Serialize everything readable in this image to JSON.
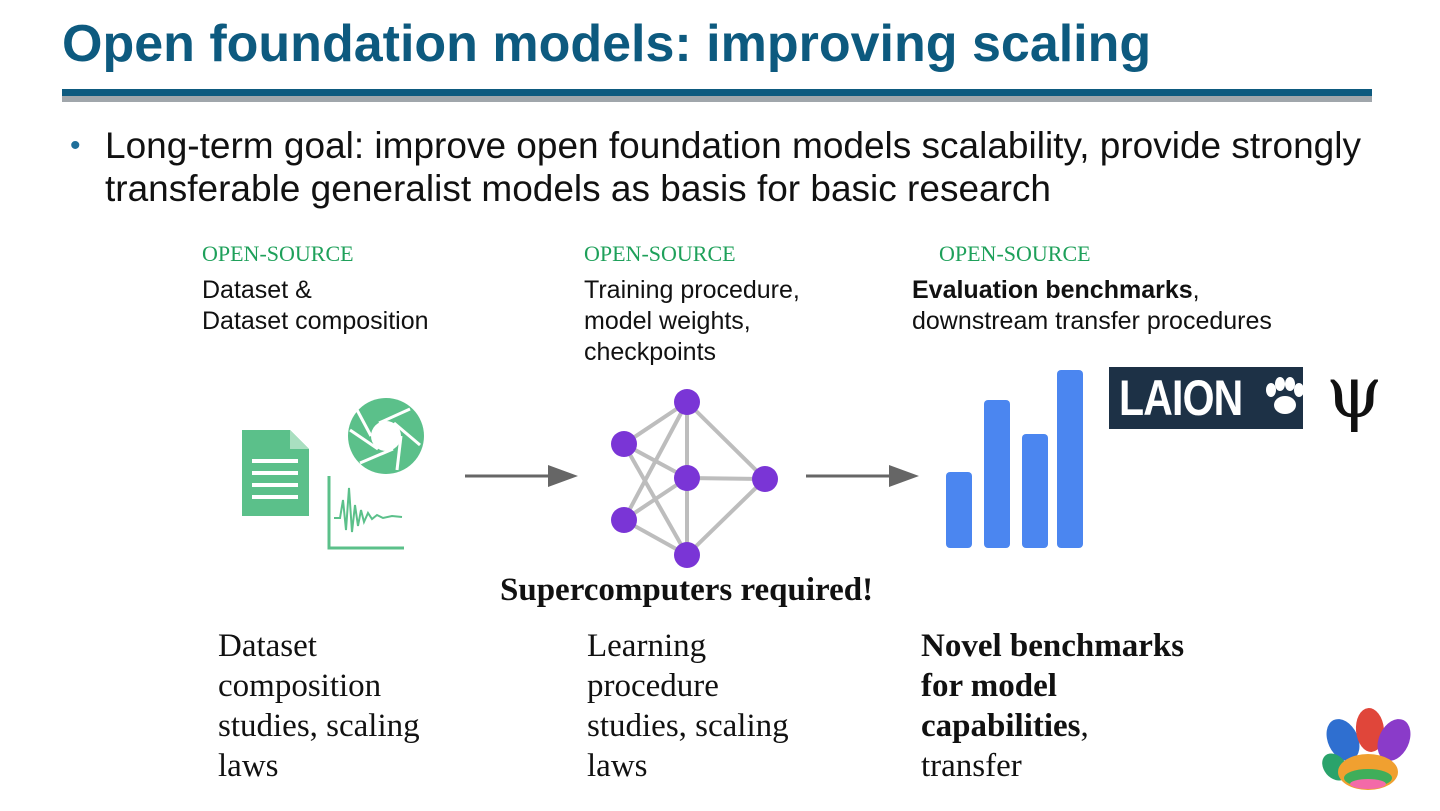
{
  "slide": {
    "title": "Open foundation models: improving scaling",
    "bullet": "Long-term goal: improve open foundation models scalability, provide strongly transferable generalist models as basis for basic research"
  },
  "columns": [
    {
      "label": "OPEN-SOURCE",
      "desc_lines": [
        "Dataset &",
        "Dataset composition"
      ],
      "icon": "document-and-aperture-icon"
    },
    {
      "label": "OPEN-SOURCE",
      "desc_lines": [
        "Training procedure,",
        "model weights,",
        "checkpoints"
      ],
      "icon": "neural-network-icon"
    },
    {
      "label": "OPEN-SOURCE",
      "desc_bold": "Evaluation benchmarks",
      "desc_after_bold": ",",
      "desc_line2": "downstream transfer procedures",
      "icon": "bar-chart-icon"
    }
  ],
  "supercomputers": "Supercomputers required!",
  "bottom": {
    "col1": [
      "Dataset",
      "composition",
      "studies, scaling",
      "laws"
    ],
    "col2": [
      "Learning",
      "procedure",
      "studies, scaling",
      "laws"
    ],
    "col3_bold": [
      "Novel benchmarks",
      "for model",
      "capabilities"
    ],
    "col3_after_bold": ",",
    "col3_last": "transfer"
  },
  "logos": {
    "laion": "LAION",
    "psi": "ψ"
  },
  "colors": {
    "title": "#0d5a7f",
    "open_source_label": "#1ea05a",
    "doc_green": "#5bc08a",
    "nn_purple": "#7a35d6",
    "bar_blue": "#4b86f0",
    "laion_bg": "#1d3146"
  }
}
